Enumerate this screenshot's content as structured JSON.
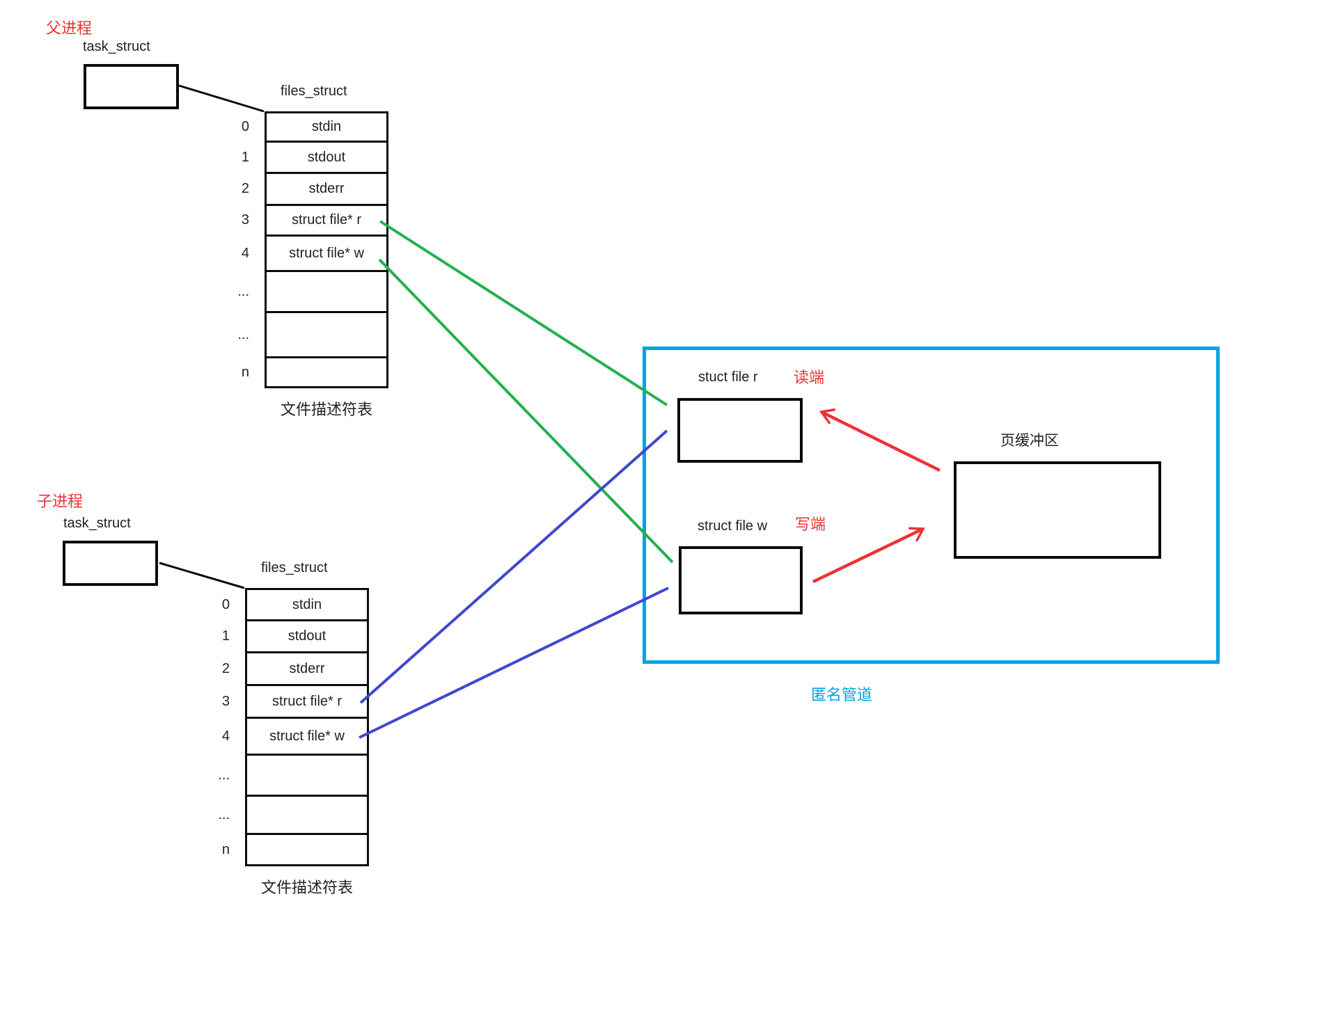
{
  "colors": {
    "red": "#ee3134",
    "green": "#22b14c",
    "blue": "#3f48cc",
    "cyan": "#00a2e8",
    "black": "#0b0b0b"
  },
  "parent": {
    "process_label": "父进程",
    "task_struct_label": "task_struct",
    "files_struct_label": "files_struct",
    "table_caption": "文件描述符表",
    "rows": [
      {
        "index": "0",
        "value": "stdin"
      },
      {
        "index": "1",
        "value": "stdout"
      },
      {
        "index": "2",
        "value": "stderr"
      },
      {
        "index": "3",
        "value": "struct file* r"
      },
      {
        "index": "4",
        "value": "struct file* w"
      },
      {
        "index": "...",
        "value": ""
      },
      {
        "index": "...",
        "value": ""
      },
      {
        "index": "n",
        "value": ""
      }
    ]
  },
  "child": {
    "process_label": "子进程",
    "task_struct_label": "task_struct",
    "files_struct_label": "files_struct",
    "table_caption": "文件描述符表",
    "rows": [
      {
        "index": "0",
        "value": "stdin"
      },
      {
        "index": "1",
        "value": "stdout"
      },
      {
        "index": "2",
        "value": "stderr"
      },
      {
        "index": "3",
        "value": "struct file* r"
      },
      {
        "index": "4",
        "value": "struct file* w"
      },
      {
        "index": "...",
        "value": ""
      },
      {
        "index": "...",
        "value": ""
      },
      {
        "index": "n",
        "value": ""
      }
    ]
  },
  "pipe": {
    "box_label": "匿名管道",
    "read_file_label": "stuct file r",
    "read_end_label": "读端",
    "write_file_label": "struct file w",
    "write_end_label": "写端",
    "page_buffer_label": "页缓冲区"
  }
}
